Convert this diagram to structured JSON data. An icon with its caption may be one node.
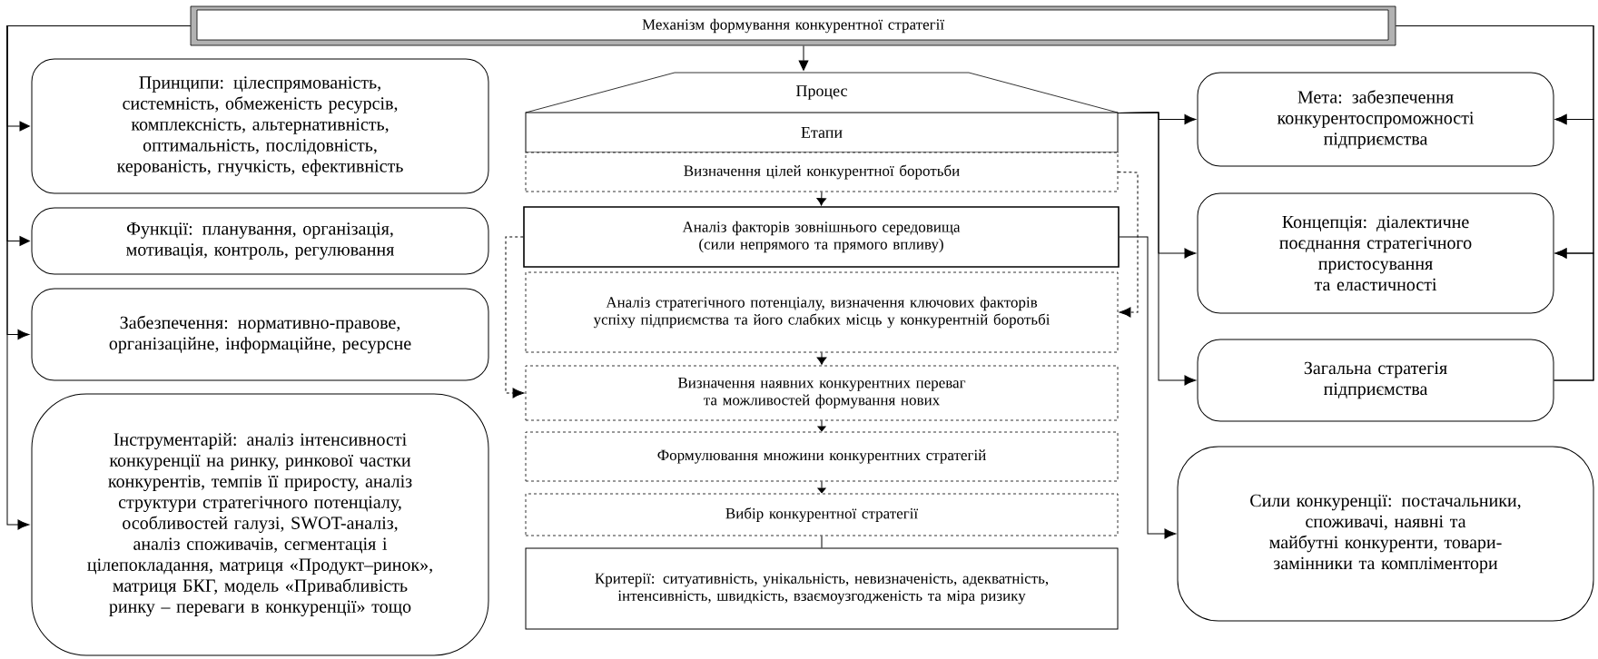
{
  "diagram": {
    "nodes": [
      {
        "text": [
          "Механізм формування конкурентної стратегії"
        ]
      },
      {
        "text": [
          "Принципи: цілеспрямованість, системність, обмеженість ресурсів, комплексність, альтернативність, оптимальність, послідовність, керованість, гнучкість, ефективність"
        ]
      },
      {
        "text": [
          "Функції: планування, організація, мотивація, контроль, регулювання"
        ]
      },
      {
        "text": [
          "Забезпечення: нормативно-правове, організаційне, інформаційне, ресурсне"
        ]
      },
      {
        "text": [
          "Інструментарій: аналіз інтенсивності конкуренції на ринку, ринкової частки конкурентів, темпів її приросту, аналіз структури стратегічного потенціалу, особливостей галузі, SWOT-аналіз, аналіз споживачів, сегментація і цілепокладання, матриця «Продукт–ринок», матриця БКГ, модель «Привабливість ринку – переваги в конкуренції» тощо"
        ]
      },
      {
        "text": [
          "Процес"
        ]
      },
      {
        "text": [
          "Етапи"
        ]
      },
      {
        "text": [
          "Визначення цілей конкурентної боротьби"
        ]
      },
      {
        "text": [
          "Аналіз факторів зовнішнього середовища (сили непрямого та прямого впливу)"
        ]
      },
      {
        "text": [
          "Аналіз стратегічного потенціалу, визначення ключових факторів успіху підприємства та його слабких місць у конкурентній боротьбі"
        ]
      },
      {
        "text": [
          "Визначення наявних конкурентних переваг та можливостей формування нових"
        ]
      },
      {
        "text": [
          "Формулювання множини конкурентних стратегій"
        ]
      },
      {
        "text": [
          "Вибір конкурентної стратегії"
        ]
      },
      {
        "text": [
          "Критерії: ситуативність, унікальність, невизначеність, адекватність, інтенсивність, швидкість, взаємоузгодженість та міра ризику"
        ]
      },
      {
        "text": [
          "Мета: забезпечення конкурентоспроможності підприємства"
        ]
      },
      {
        "text": [
          "Концепція: діалектичне поєднання стратегічного пристосування та еластичності"
        ]
      },
      {
        "text": [
          "Загальна стратегія підприємства"
        ]
      },
      {
        "text": [
          "Сили конкуренції: постачальники, споживачі, наявні та майбутні конкуренти, товари-замінники та компліментори"
        ]
      }
    ],
    "edges": [
      {
        "from": 0,
        "to": 5,
        "arrow": "to"
      },
      {
        "from": 0,
        "to": 1,
        "arrow": "to"
      },
      {
        "from": 0,
        "to": 2,
        "arrow": "to"
      },
      {
        "from": 0,
        "to": 3,
        "arrow": "to"
      },
      {
        "from": 0,
        "to": 4,
        "arrow": "to"
      },
      {
        "from": 7,
        "to": 8,
        "arrow": "to"
      },
      {
        "from": 9,
        "to": 10,
        "arrow": "to"
      },
      {
        "from": 10,
        "to": 11,
        "arrow": "to"
      },
      {
        "from": 11,
        "to": 12,
        "arrow": "to"
      },
      {
        "from": 12,
        "to": 13,
        "arrow": "none"
      },
      {
        "from": 7,
        "to": 9,
        "arrow": "to",
        "style": "dashed"
      },
      {
        "from": 8,
        "to": 10,
        "arrow": "to",
        "style": "dashed"
      },
      {
        "from": 5,
        "to": 14,
        "arrow": "to"
      },
      {
        "from": 5,
        "to": 15,
        "arrow": "to"
      },
      {
        "from": 5,
        "to": 16,
        "arrow": "to"
      },
      {
        "from": 8,
        "to": 17,
        "arrow": "to"
      },
      {
        "from": 0,
        "to": 14,
        "arrow": "to"
      },
      {
        "from": 0,
        "to": 15,
        "arrow": "to"
      },
      {
        "from": 16,
        "to": 14,
        "arrow": "to"
      },
      {
        "from": 16,
        "to": 15,
        "arrow": "to"
      }
    ]
  }
}
